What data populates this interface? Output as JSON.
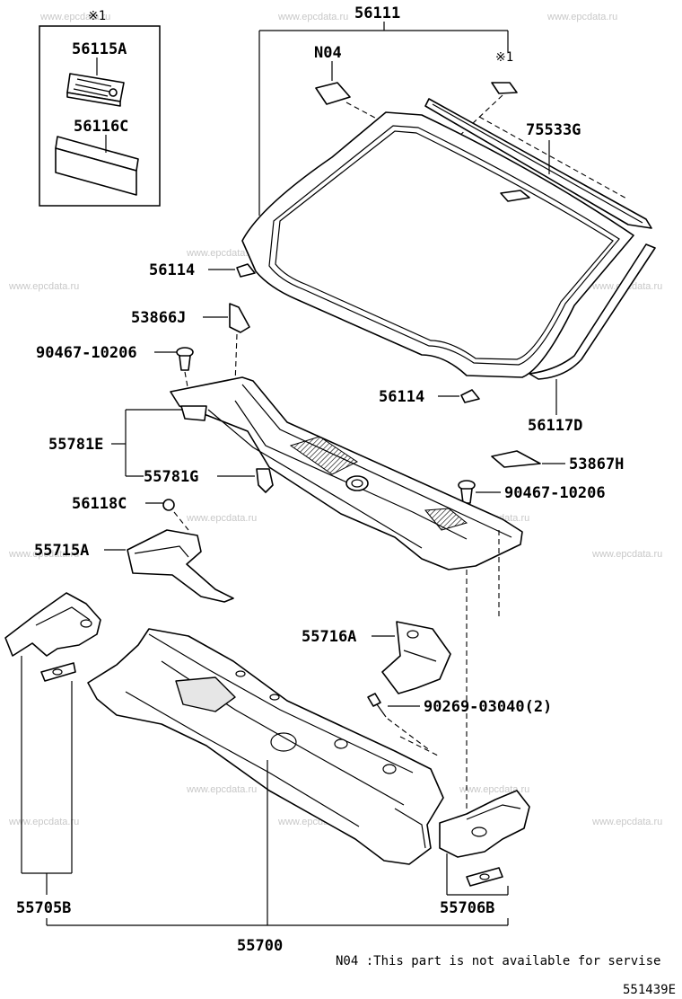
{
  "watermark": "www.epcdata.ru",
  "labels": {
    "p56111": "56111",
    "p56115A": "56115A",
    "p56116C": "56116C",
    "mark1_box": "※1",
    "mark1_clip": "※1",
    "n04": "N04",
    "p75533G": "75533G",
    "p56114_a": "56114",
    "p56114_b": "56114",
    "p53866J": "53866J",
    "p90467_a": "90467-10206",
    "p90467_b": "90467-10206",
    "p56117D": "56117D",
    "p55781E": "55781E",
    "p55781G": "55781G",
    "p53867H": "53867H",
    "p56118C": "56118C",
    "p55715A": "55715A",
    "p55716A": "55716A",
    "p90269": "90269-03040(2)",
    "p55705B": "55705B",
    "p55706B": "55706B",
    "p55700": "55700"
  },
  "note": "N04 :This part is not available for servise",
  "drawing_number": "551439E"
}
